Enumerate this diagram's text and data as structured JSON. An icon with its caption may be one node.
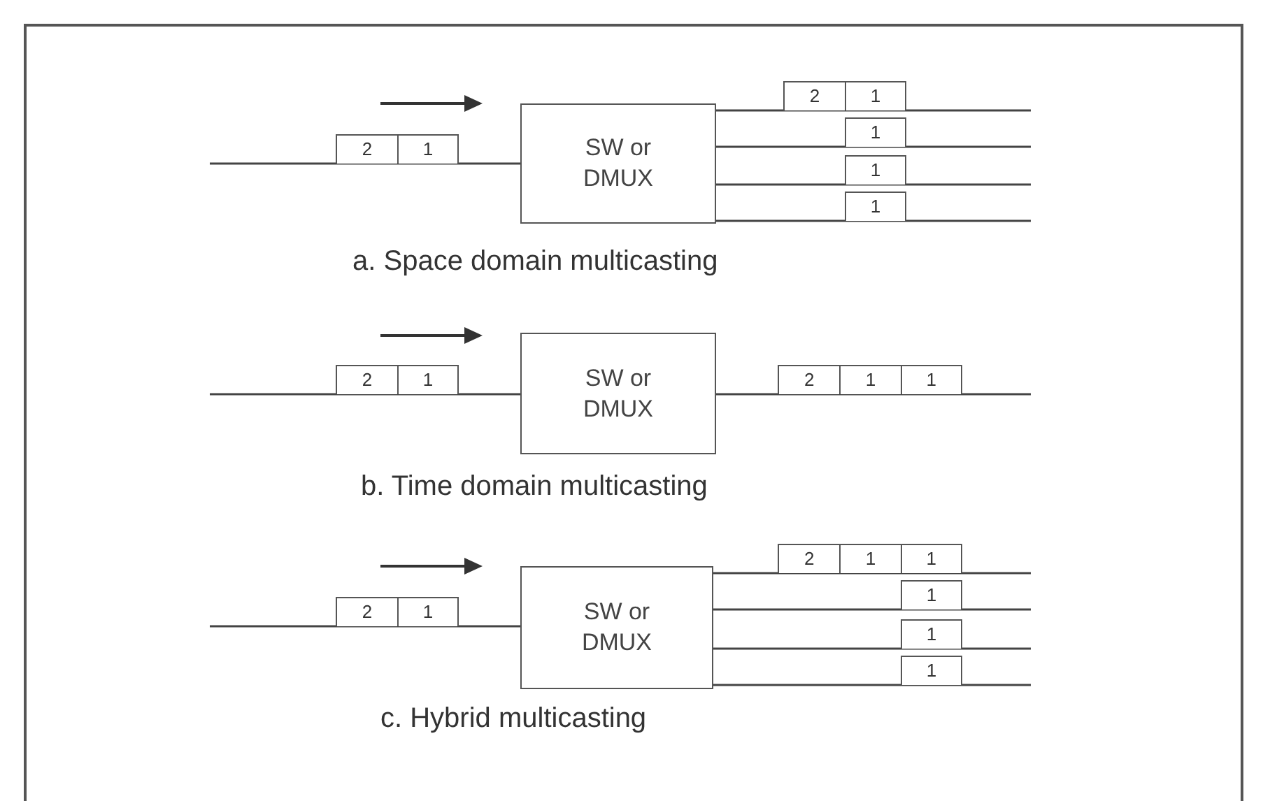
{
  "diagram": {
    "nodes": [
      {
        "text": [
          "2",
          "1"
        ]
      },
      {
        "text": [
          "SW or DMUX"
        ]
      },
      {
        "text": [
          "2",
          "1"
        ]
      },
      {
        "text": [
          "1"
        ]
      },
      {
        "text": [
          "1"
        ]
      },
      {
        "text": [
          "1"
        ]
      },
      {
        "text": [
          "2",
          "1"
        ]
      },
      {
        "text": [
          "SW or DMUX"
        ]
      },
      {
        "text": [
          "2",
          "1",
          "1"
        ]
      },
      {
        "text": [
          "2",
          "1"
        ]
      },
      {
        "text": [
          "SW or DMUX"
        ]
      },
      {
        "text": [
          "2",
          "1",
          "1"
        ]
      },
      {
        "text": [
          "1"
        ]
      },
      {
        "text": [
          "1"
        ]
      },
      {
        "text": [
          "1"
        ]
      }
    ],
    "edges": [
      {
        "from": null,
        "to": 1,
        "arrow": "none"
      },
      {
        "from": 1,
        "to": null,
        "arrow": "none"
      },
      {
        "from": 1,
        "to": null,
        "arrow": "none"
      },
      {
        "from": 1,
        "to": null,
        "arrow": "none"
      },
      {
        "from": 1,
        "to": null,
        "arrow": "none"
      },
      {
        "from": null,
        "to": 7,
        "arrow": "none"
      },
      {
        "from": 7,
        "to": null,
        "arrow": "none"
      },
      {
        "from": null,
        "to": 10,
        "arrow": "none"
      },
      {
        "from": 10,
        "to": null,
        "arrow": "none"
      },
      {
        "from": 10,
        "to": null,
        "arrow": "none"
      },
      {
        "from": 10,
        "to": null,
        "arrow": "none"
      },
      {
        "from": 10,
        "to": null,
        "arrow": "none"
      }
    ],
    "labels": [
      "a. Space domain multicasting",
      "b. Time domain multicasting",
      "c. Hybrid multicasting"
    ]
  }
}
